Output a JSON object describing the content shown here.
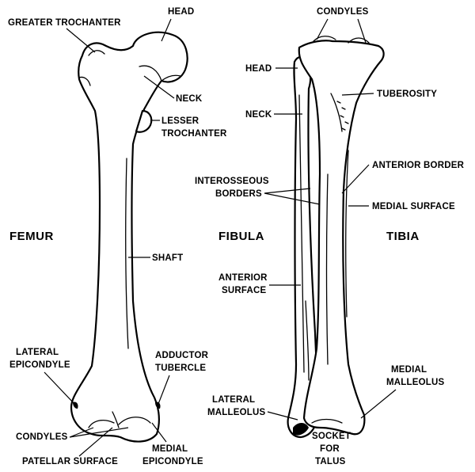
{
  "femur": {
    "title": "FEMUR",
    "labels": {
      "greater_trochanter": "GREATER TROCHANTER",
      "head": "HEAD",
      "neck": "NECK",
      "lesser_trochanter_1": "LESSER",
      "lesser_trochanter_2": "TROCHANTER",
      "shaft": "SHAFT",
      "lateral_epicondyle_1": "LATERAL",
      "lateral_epicondyle_2": "EPICONDYLE",
      "adductor_tubercle_1": "ADDUCTOR",
      "adductor_tubercle_2": "TUBERCLE",
      "condyles": "CONDYLES",
      "patellar_surface": "PATELLAR SURFACE",
      "medial_epicondyle_1": "MEDIAL",
      "medial_epicondyle_2": "EPICONDYLE"
    }
  },
  "fibula": {
    "title": "FIBULA",
    "labels": {
      "head": "HEAD",
      "neck": "NECK",
      "interosseous_1": "INTEROSSEOUS",
      "interosseous_2": "BORDERS",
      "anterior_surface_1": "ANTERIOR",
      "anterior_surface_2": "SURFACE",
      "lateral_malleolus_1": "LATERAL",
      "lateral_malleolus_2": "MALLEOLUS"
    }
  },
  "tibia": {
    "title": "TIBIA",
    "labels": {
      "condyles": "CONDYLES",
      "tuberosity": "TUBEROSITY",
      "anterior_border": "ANTERIOR  BORDER",
      "medial_surface": "MEDIAL  SURFACE",
      "medial_malleolus_1": "MEDIAL",
      "medial_malleolus_2": "MALLEOLUS",
      "socket_1": "SOCKET",
      "socket_2": "FOR",
      "socket_3": "TALUS"
    }
  }
}
